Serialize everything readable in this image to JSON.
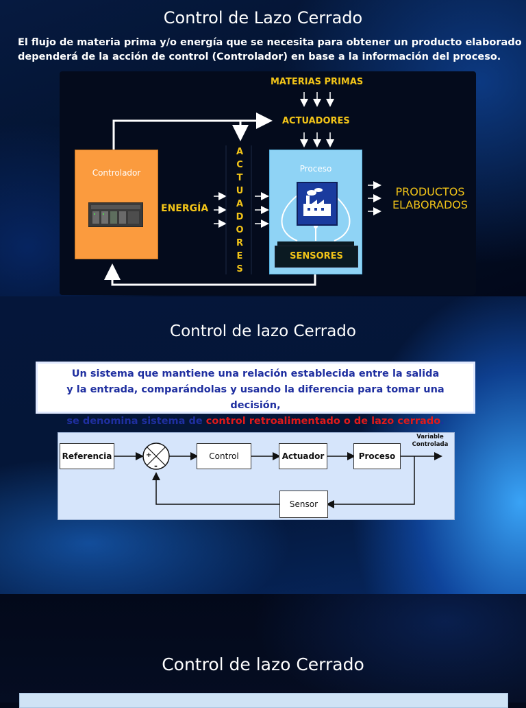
{
  "slide1": {
    "title": "Control de Lazo Cerrado",
    "paragraph": "El flujo de materia prima y/o energía que se necesita para obtener un producto elaborado dependerá de la acción de control (Controlador) en base a la información del proceso.",
    "diagram": {
      "materias_primas": "MATERIAS PRIMAS",
      "actuadores_top": "ACTUADORES",
      "controlador": "Controlador",
      "energia": "ENERGÍA",
      "actuadores_vertical": [
        "A",
        "C",
        "T",
        "U",
        "A",
        "D",
        "O",
        "R",
        "E",
        "S"
      ],
      "proceso": "Proceso",
      "sensores": "SENSORES",
      "productos_line1": "PRODUCTOS",
      "productos_line2": "ELABORADOS"
    }
  },
  "slide2": {
    "title": "Control de lazo Cerrado",
    "definition_line1": "Un sistema que mantiene una relación establecida entre la salida",
    "definition_line2": "y la entrada, comparándolas y usando la diferencia para tomar una decisión,",
    "definition_line3_prefix": "se denomina sistema de ",
    "definition_highlight": "control retroalimentado o de lazo cerrado",
    "definition_line3_suffix": ".",
    "block_diagram": {
      "referencia": "Referencia",
      "plus": "+",
      "minus": "-",
      "control": "Control",
      "actuador": "Actuador",
      "proceso": "Proceso",
      "sensor": "Sensor",
      "output_line1": "Variable",
      "output_line2": "Controlada"
    }
  },
  "slide3": {
    "title": "Control de lazo Cerrado"
  },
  "colors": {
    "accent_yellow": "#f2c418",
    "controller_orange": "#fb9b3e",
    "process_blue": "#8fd3f5",
    "highlight_red": "#e01a1a",
    "definition_blue": "#1f2fa0"
  }
}
